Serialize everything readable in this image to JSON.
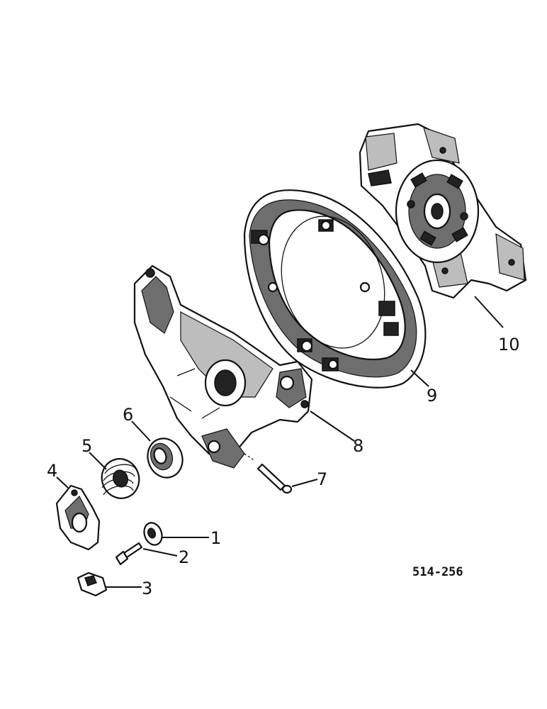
{
  "diagram": {
    "code": "514-256",
    "callouts": [
      {
        "id": "1",
        "part": "washer"
      },
      {
        "id": "2",
        "part": "bolt"
      },
      {
        "id": "3",
        "part": "clip"
      },
      {
        "id": "4",
        "part": "lever"
      },
      {
        "id": "5",
        "part": "spring"
      },
      {
        "id": "6",
        "part": "bushing"
      },
      {
        "id": "7",
        "part": "pin"
      },
      {
        "id": "8",
        "part": "bracket"
      },
      {
        "id": "9",
        "part": "pressure-plate"
      },
      {
        "id": "10",
        "part": "clutch-disc"
      }
    ]
  }
}
